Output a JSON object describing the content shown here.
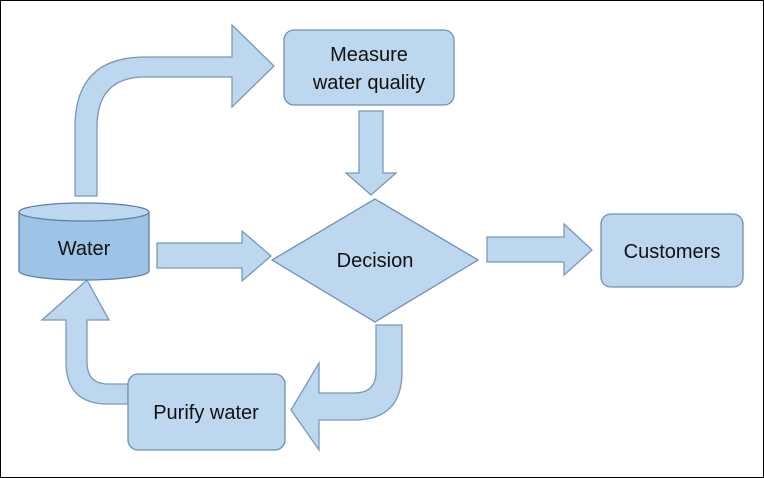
{
  "nodes": {
    "water": "Water",
    "measure_line1": "Measure",
    "measure_line2": "water quality",
    "decision": "Decision",
    "customers": "Customers",
    "purify": "Purify water"
  },
  "colors": {
    "fill": "#bdd7ee",
    "tank_fill": "#9dc3e6",
    "stroke": "#6f8fb5"
  }
}
